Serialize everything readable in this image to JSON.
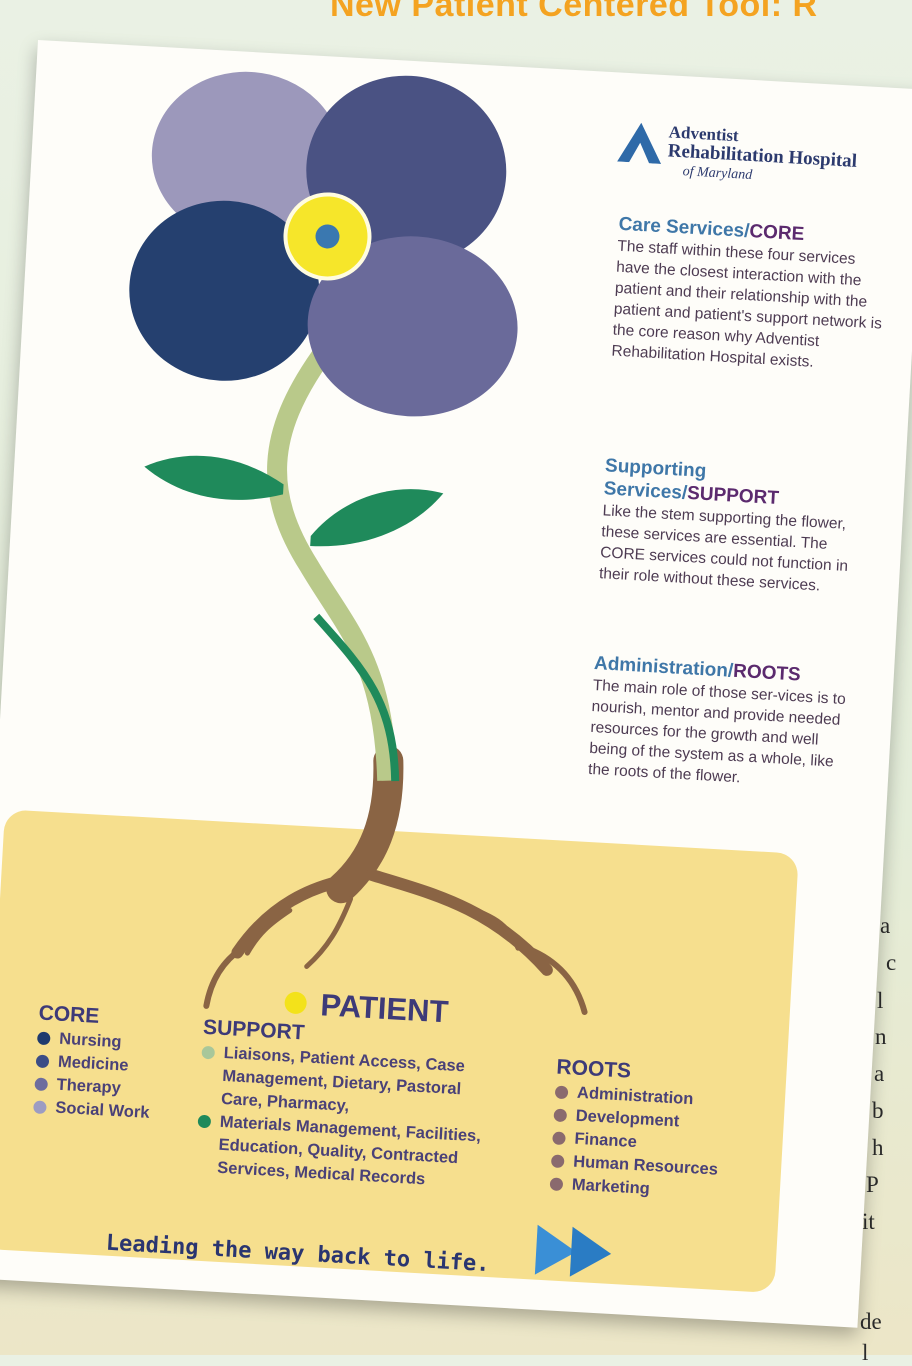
{
  "page_title": "New Patient Centered Tool: R",
  "logo": {
    "line1": "Adventist",
    "line2": "Rehabilitation Hospital",
    "line3": "of Maryland"
  },
  "sections": [
    {
      "heading": "Care Services/",
      "emphasis": "CORE",
      "body": "The staff within these four services have the closest interaction with the patient and their relationship with the patient and patient's support network is the core reason why Adventist Rehabilitation Hospital exists."
    },
    {
      "heading": "Supporting Services/",
      "emphasis": "SUPPORT",
      "body": "Like the stem supporting the flower, these services are essential. The CORE services could not function in their role without these services."
    },
    {
      "heading": "Administration/",
      "emphasis": "ROOTS",
      "body": "The main role of those ser-vices is to nourish, mentor and provide needed resources for the growth and well being of the system as a whole, like the roots of the flower."
    }
  ],
  "patient_label": "PATIENT",
  "core": {
    "heading": "CORE",
    "items": [
      {
        "label": "Nursing",
        "color": "#1f3b6e"
      },
      {
        "label": "Medicine",
        "color": "#3b4d86"
      },
      {
        "label": "Therapy",
        "color": "#6d6d9e"
      },
      {
        "label": "Social Work",
        "color": "#9c9cc2"
      }
    ]
  },
  "support": {
    "heading": "SUPPORT",
    "items": [
      {
        "label": "Liaisons, Patient Access, Case Management, Dietary, Pastoral Care, Pharmacy,",
        "color": "#a8c79a"
      },
      {
        "label": "Materials Management, Facilities, Education, Quality, Contracted Services, Medical Records",
        "color": "#1f8a5b"
      }
    ]
  },
  "roots": {
    "heading": "ROOTS",
    "items": [
      {
        "label": "Administration",
        "color": "#8a6a6e"
      },
      {
        "label": "Development",
        "color": "#8a6a6e"
      },
      {
        "label": "Finance",
        "color": "#8a6a6e"
      },
      {
        "label": "Human Resources",
        "color": "#8a6a6e"
      },
      {
        "label": "Marketing",
        "color": "#8a6a6e"
      }
    ]
  },
  "tagline": "Leading the way back to life.",
  "side_text": [
    "a",
    "c",
    "l",
    "n",
    "a",
    "b",
    "h",
    "P",
    "it",
    "de",
    "l"
  ],
  "colors": {
    "title": "#f4a321",
    "panel": "#f6df8e",
    "stem": "#b9c98a",
    "root": "#8a6444"
  }
}
